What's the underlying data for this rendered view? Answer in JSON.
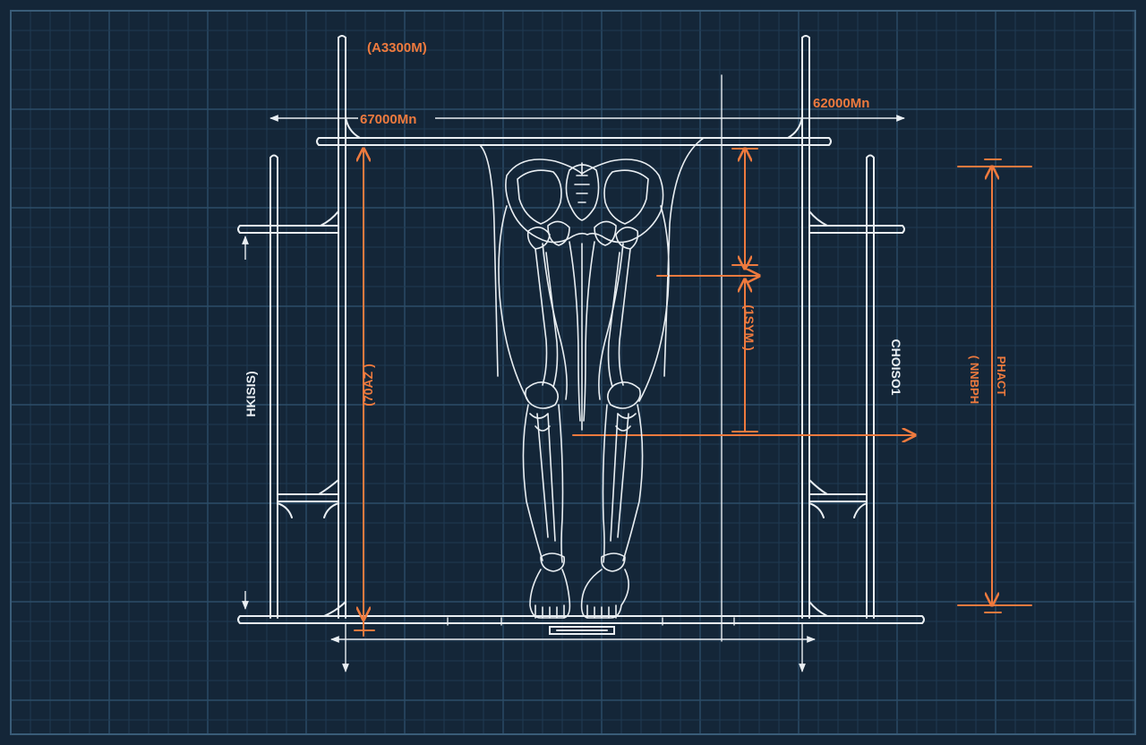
{
  "colors": {
    "background": "#142638",
    "grid_minor": "#1f3a52",
    "grid_major": "#2c4d68",
    "line_white": "#e9eef2",
    "dimension_orange": "#ee7a3e"
  },
  "labels": {
    "top_label": "(A3300M)",
    "left_width": "67000Mn",
    "right_width": "62000Mn",
    "left_side_vertical": "HKISIS)",
    "inner_left_vertical": "(70AZ )",
    "center_vertical": "(1SYM )",
    "right_side_vertical": "CHOISO1",
    "far_right_vertical_a": "( NNBPH",
    "far_right_vertical_b": "PHACT"
  }
}
